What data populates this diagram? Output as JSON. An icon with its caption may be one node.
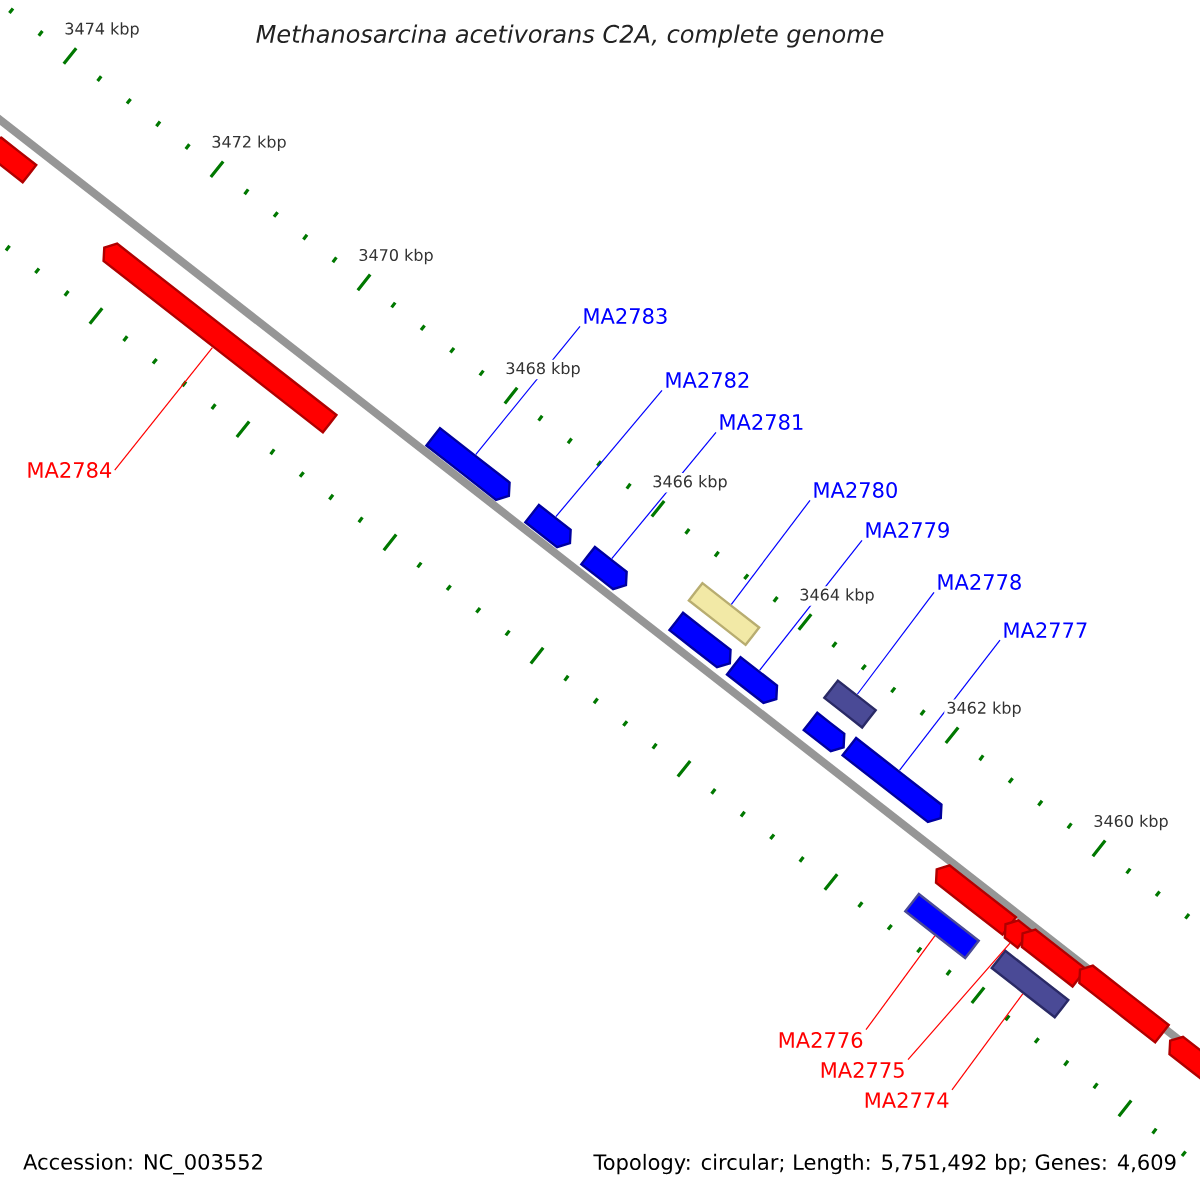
{
  "diagram": {
    "title": "*Methanosarcina acetivorans* C2A, complete genome",
    "nodes": [
      {
        "text": [
          "MA2783"
        ]
      },
      {
        "text": [
          "MA2782"
        ]
      },
      {
        "text": [
          "MA2781"
        ]
      },
      {
        "text": [
          "MA2784"
        ]
      },
      {
        "text": [
          "MA2780"
        ]
      },
      {
        "text": [
          "MA2779"
        ]
      },
      {
        "text": [
          "MA2778"
        ]
      },
      {
        "text": [
          "MA2777"
        ]
      },
      {
        "text": [
          "MA2776"
        ]
      },
      {
        "text": [
          "MA2775"
        ]
      },
      {
        "text": [
          "MA2774"
        ]
      },
      {
        "text": [],
        "shape": "bar"
      },
      {
        "text": [],
        "shape": "bar"
      },
      {
        "text": [],
        "shape": "bar"
      },
      {
        "text": [],
        "shape": "bar"
      },
      {
        "text": [],
        "shape": "bar"
      },
      {
        "text": [],
        "shape": "bar"
      },
      {
        "text": [],
        "shape": "bar"
      },
      {
        "text": [],
        "shape": "bar"
      },
      {
        "text": [],
        "shape": "bar"
      },
      {
        "text": [],
        "shape": "bar"
      },
      {
        "text": [],
        "shape": "bar"
      },
      {
        "text": [],
        "shape": "bar"
      },
      {
        "text": [],
        "shape": "bar"
      },
      {
        "text": [],
        "shape": "bar"
      },
      {
        "text": [],
        "shape": "bar"
      },
      {
        "text": [],
        "shape": "bar"
      },
      {
        "text": [],
        "shape": "bar"
      },
      {
        "text": [],
        "shape": "bar"
      }
    ],
    "edges": [
      {
        "from": 0,
        "to": 13,
        "arrow": "none"
      },
      {
        "from": 1,
        "to": 14,
        "arrow": "none"
      },
      {
        "from": 2,
        "to": 15,
        "arrow": "none"
      },
      {
        "from": 3,
        "to": 12,
        "arrow": "none",
        "color": "#ff0000"
      },
      {
        "from": 4,
        "to": 17,
        "arrow": "none"
      },
      {
        "from": 5,
        "to": 18,
        "arrow": "none"
      },
      {
        "from": 6,
        "to": 20,
        "arrow": "none"
      },
      {
        "from": 7,
        "to": 21,
        "arrow": "none"
      },
      {
        "from": 8,
        "to": 22,
        "arrow": "none",
        "color": "#ff0000"
      },
      {
        "from": 9,
        "to": 24,
        "arrow": "none",
        "color": "#ff0000"
      },
      {
        "from": 10,
        "to": 25,
        "arrow": "none",
        "color": "#ff0000"
      }
    ],
    "labels": [
      "3474 kbp",
      "3472 kbp",
      "3470 kbp",
      "3468 kbp",
      "3466 kbp",
      "3464 kbp",
      "3462 kbp",
      "3460 kbp",
      "Accession: NC_003552",
      "Topology: circular; Length: 5,751,492 bp; Genes: 4,609"
    ]
  }
}
